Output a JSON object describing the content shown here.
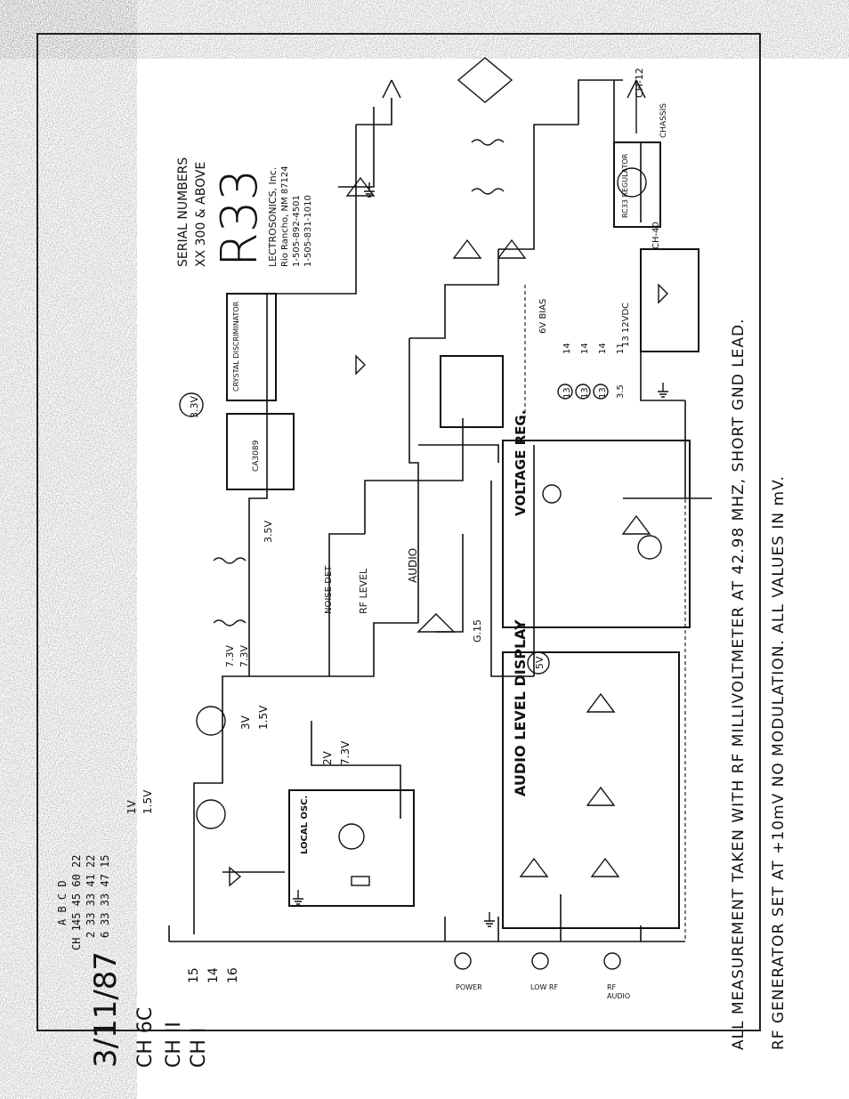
{
  "header": {
    "date": "3/11/87",
    "channels": [
      "CH 6C",
      "CH II",
      "CH I"
    ]
  },
  "title_block": {
    "serial_note_line1": "SERIAL NUMBERS",
    "serial_note_line2": "XX 300 & ABOVE",
    "model": "R33",
    "company": "LECTROSONICS, Inc.",
    "address1": "Rio Rancho, NM 87124",
    "address2": "1-505-892-4501",
    "address3": "1-505-831-1010"
  },
  "channel_table": {
    "header": "A B C D",
    "rows": [
      {
        "ch": "CH 1",
        "vals": "45 45 60 22"
      },
      {
        "ch": "2",
        "vals": "33 33 41 22"
      },
      {
        "ch": "6",
        "vals": "33 33 47 15"
      }
    ]
  },
  "blocks": {
    "audio_level_display": "AUDIO LEVEL DISPLAY",
    "voltage_reg": "VOLTAGE REG.",
    "local_osc": "LOCAL OSC.",
    "crystal_discriminator": "CRYSTAL DISCRIMINATOR",
    "audio": "AUDIO",
    "rf_level": "RF LEVEL",
    "noise_det": "NOISE DET",
    "bias_6v": "6V BIAS",
    "regulator": "RC33 REGULATOR",
    "antenna_jack": "CH-12",
    "chassis": "CHASSIS",
    "supply_12v": "13 12VDC",
    "ch40": "CH-40",
    "ic_ca3089": "CA3089"
  },
  "test_points": {
    "pins_left": [
      "15",
      "14",
      "16"
    ],
    "voltages_t2": [
      "1V",
      "1.5V"
    ],
    "voltages_t3": [
      "3V",
      "1.5V"
    ],
    "q_values": [
      "2V",
      "7.3V"
    ],
    "vcc_values": [
      "7.3V",
      "7.3V"
    ],
    "rf_level_v": "3.5V",
    "discriminator": "3.3V",
    "audio_5v": "5V",
    "voltage_table": [
      "13",
      "14",
      "13",
      "14",
      "13",
      "14",
      "3.5",
      "11"
    ],
    "gain": "G.15"
  },
  "leds": [
    "POWER",
    "LOW RF",
    "RF",
    "AUDIO"
  ],
  "footer_notes": {
    "line1": "ALL MEASUREMENT TAKEN WITH RF MILLIVOLTMETER AT 42.98 MHZ, SHORT GND LEAD.",
    "line2": "RF GENERATOR SET AT +10mV NO MODULATION. ALL VALUES IN mV."
  }
}
